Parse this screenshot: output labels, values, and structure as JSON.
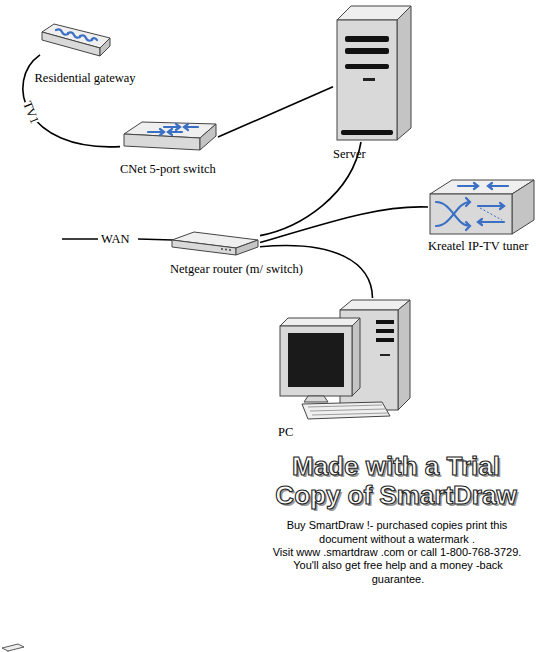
{
  "diagram": {
    "nodes": [
      {
        "text": [
          "Residential gateway"
        ]
      },
      {
        "text": [
          "CNet 5-port switch"
        ]
      },
      {
        "text": [
          "Server"
        ]
      },
      {
        "text": [
          "Netgear router (m/ switch)"
        ]
      },
      {
        "text": [
          "Kreatel IP-TV tuner"
        ]
      },
      {
        "text": [
          "PC"
        ]
      }
    ],
    "edges": [
      {
        "from": 0,
        "to": 1,
        "arrow": "none",
        "label": "TV1"
      },
      {
        "from": 1,
        "to": 2,
        "arrow": "none"
      },
      {
        "from": 2,
        "to": 3,
        "arrow": "none"
      },
      {
        "from": 3,
        "to": 4,
        "arrow": "none"
      },
      {
        "from": 3,
        "to": 5,
        "arrow": "none"
      }
    ],
    "labels": [
      "WAN",
      "Made with a Trial Copy of SmartDraw",
      "Buy SmartDraw !- purchased copies print this document without a watermark .",
      "Visit www .smartdraw .com or call  1-800-768-3729.",
      "You'll also get free help and a money -back guarantee."
    ]
  }
}
